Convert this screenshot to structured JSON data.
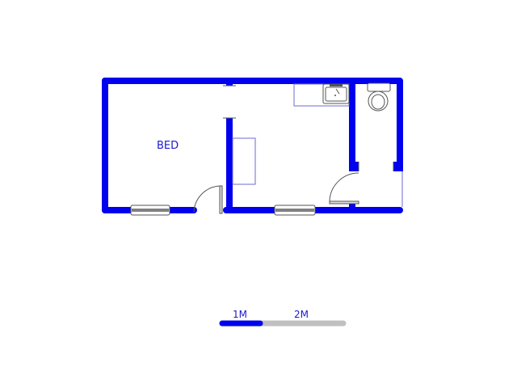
{
  "floorplan": {
    "rooms": [
      {
        "id": "bedroom",
        "label": "BED"
      }
    ],
    "fixtures": [
      "sink",
      "toilet",
      "kitchen-counter",
      "cupboard"
    ],
    "colors": {
      "wall": "#0000ee",
      "fixture_line": "#6b6bd6",
      "window_fill": "#808080",
      "scale_inactive": "#c0c0c0",
      "label": "#1a1acc"
    }
  },
  "scale_bar": {
    "labels": [
      "1M",
      "2M"
    ]
  }
}
